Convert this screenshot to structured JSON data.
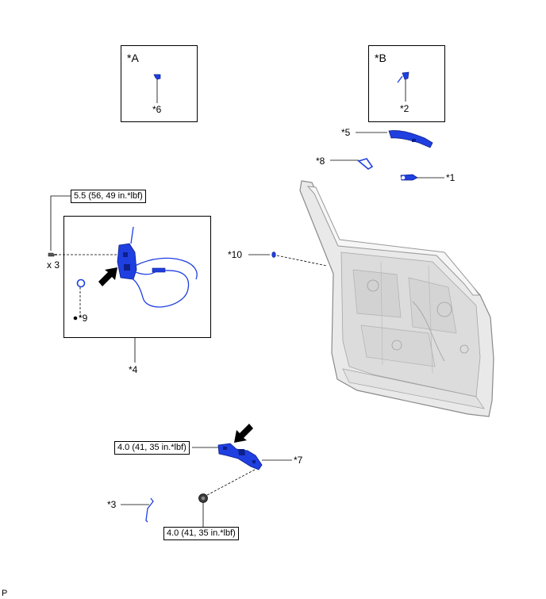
{
  "insets": {
    "a": {
      "tag": "*A",
      "callout": "*6"
    },
    "b": {
      "tag": "*B",
      "callout": "*2"
    }
  },
  "callouts": {
    "c1": "*1",
    "c3": "*3",
    "c4": "*4",
    "c5": "*5",
    "c7": "*7",
    "c8": "*8",
    "c9": "*9",
    "c10": "*10"
  },
  "torque": {
    "t_lock_screws": "5.5 (56, 49 in.*lbf)",
    "t_frame_top": "4.0 (41, 35 in.*lbf)",
    "t_frame_bolt": "4.0 (41, 35 in.*lbf)"
  },
  "quantity": "x 3",
  "footer_code": "P",
  "colors": {
    "part_blue": "#1f3fe0",
    "part_dark": "#0d1f8a",
    "door_fill": "#e9e9e9",
    "door_line": "#9a9a9a"
  }
}
